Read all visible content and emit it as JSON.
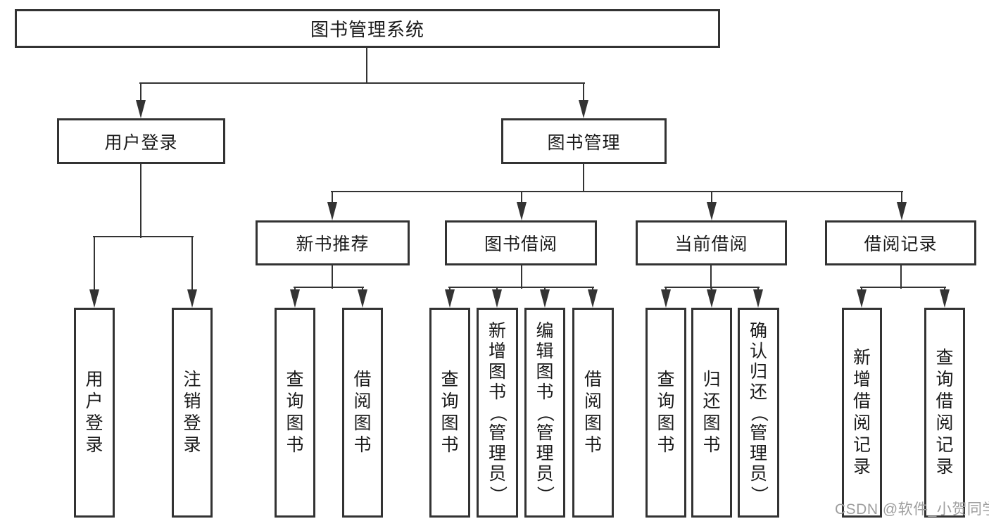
{
  "nodes": {
    "root": {
      "label": "图书管理系统"
    },
    "user_login": {
      "label": "用户登录"
    },
    "book_management": {
      "label": "图书管理"
    },
    "new_book_recommend": {
      "label": "新书推荐"
    },
    "book_borrowing": {
      "label": "图书借阅"
    },
    "current_borrowing": {
      "label": "当前借阅"
    },
    "borrowing_records": {
      "label": "借阅记录"
    },
    "leaf_user_login": {
      "label": "用户登录"
    },
    "leaf_logout": {
      "label": "注销登录"
    },
    "leaf_query_book_recommend": {
      "label": "查询图书"
    },
    "leaf_borrow_book_recommend": {
      "label": "借阅图书"
    },
    "leaf_query_book_borrowing": {
      "label": "查询图书"
    },
    "leaf_add_book": {
      "label": "新增图书（管理员）"
    },
    "leaf_edit_book": {
      "label": "编辑图书（管理员）"
    },
    "leaf_borrow_book_borrowing": {
      "label": "借阅图书"
    },
    "leaf_query_book_current": {
      "label": "查询图书"
    },
    "leaf_return_book": {
      "label": "归还图书"
    },
    "leaf_confirm_return": {
      "label": "确认归还（管理员）"
    },
    "leaf_add_borrow_record": {
      "label": "新增借阅记录"
    },
    "leaf_query_borrow_record": {
      "label": "查询借阅记录"
    }
  },
  "watermark": {
    "text": "CSDN @软件_小贺同学"
  },
  "colors": {
    "line": "#333333",
    "text": "#1a1a1a",
    "background": "#ffffff",
    "watermark": "#9e9e9e"
  }
}
